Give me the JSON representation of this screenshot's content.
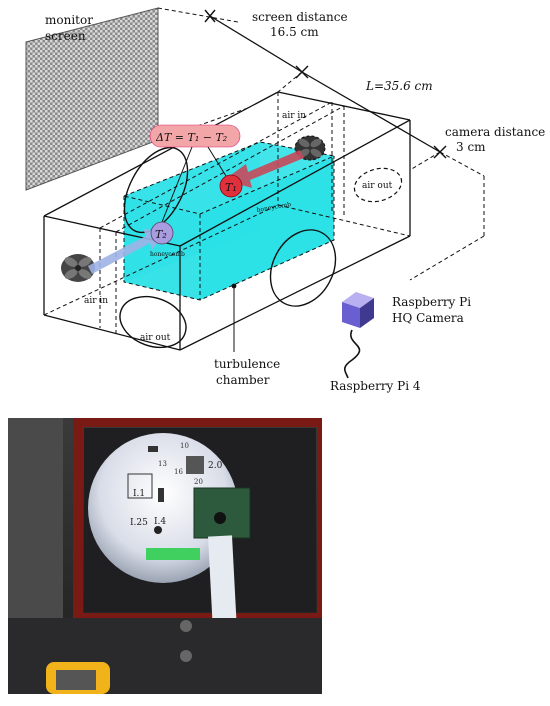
{
  "diagram": {
    "monitor_label": [
      "monitor",
      "screen"
    ],
    "screen_distance_label": [
      "screen distance",
      "16.5 cm"
    ],
    "length_label": "L=35.6 cm",
    "camera_distance_label": [
      "camera distance",
      "3 cm"
    ],
    "delta_t_label": "ΔT = T₁ − T₂",
    "t1_label": "T₁",
    "t2_label": "T₂",
    "honeycomb_label": "honeycomb",
    "air_in_label": "air in",
    "air_out_label": "air out",
    "chamber_label": [
      "turbulence",
      "chamber"
    ],
    "camera_label": [
      "Raspberry Pi",
      "HQ Camera"
    ],
    "pi_label": "Raspberry Pi 4",
    "colors": {
      "chamber_fill": "#22e0e6",
      "t1_fill": "#e0303c",
      "t1_arrow": "#c8485a",
      "t2_fill": "#a99ce0",
      "t2_arrow": "#9fb3e6",
      "delta_box": "#f3a6a8",
      "camera_cube": "#6a5fd0"
    }
  },
  "photo": {
    "chart_labels": [
      "I.1",
      "I.4",
      "I.25",
      "2.0",
      "10",
      "13",
      "20",
      "16"
    ],
    "colors": {
      "background": "#2b2b2b",
      "frame": "#7a1a14",
      "ribbon": "#e6ebf2",
      "board": "#2d5a3c",
      "meter": "#f2b21a"
    }
  }
}
